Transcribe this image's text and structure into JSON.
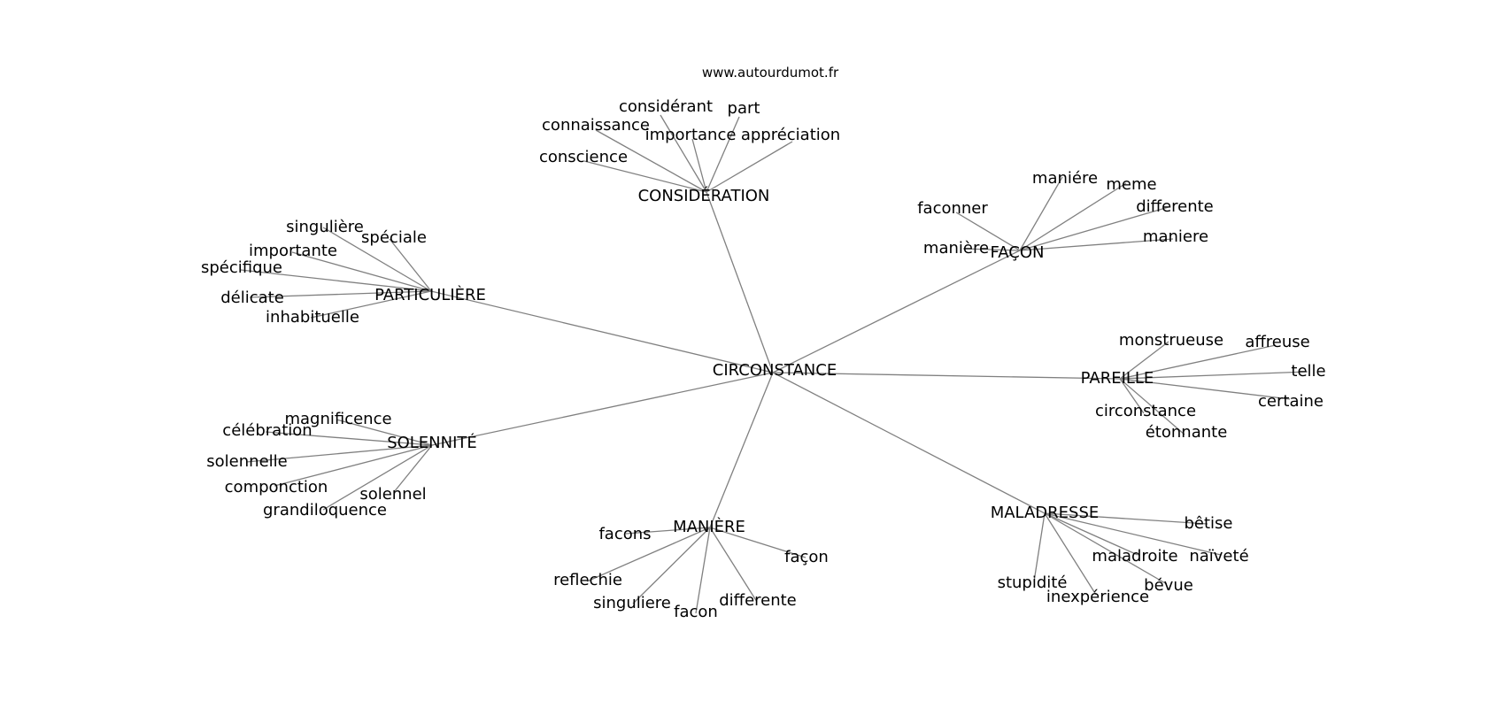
{
  "source": "www.autourdumot.fr",
  "center": "CIRCONSTANCE",
  "hubs": [
    {
      "id": "consideration",
      "label": "CONSIDÉRATION",
      "leaves": [
        "considérant",
        "part",
        "connaissance",
        "importance",
        "appréciation",
        "conscience"
      ]
    },
    {
      "id": "facon",
      "label": "FAÇON",
      "leaves": [
        "maniére",
        "meme",
        "faconner",
        "differente",
        "maniere",
        "manière"
      ]
    },
    {
      "id": "particuliere",
      "label": "PARTICULIÈRE",
      "leaves": [
        "singulière",
        "spéciale",
        "importante",
        "spécifique",
        "délicate",
        "inhabituelle"
      ]
    },
    {
      "id": "pareille",
      "label": "PAREILLE",
      "leaves": [
        "monstrueuse",
        "affreuse",
        "telle",
        "certaine",
        "circonstance",
        "étonnante"
      ]
    },
    {
      "id": "solennite",
      "label": "SOLENNITÉ",
      "leaves": [
        "magnificence",
        "célébration",
        "solennelle",
        "componction",
        "solennel",
        "grandiloquence"
      ]
    },
    {
      "id": "maniere",
      "label": "MANIÈRE",
      "leaves": [
        "facons",
        "façon",
        "reflechie",
        "singuliere",
        "differente",
        "facon"
      ]
    },
    {
      "id": "maladresse",
      "label": "MALADRESSE",
      "leaves": [
        "bêtise",
        "maladroite",
        "naïveté",
        "stupidité",
        "bévue",
        "inexpérience"
      ]
    }
  ]
}
